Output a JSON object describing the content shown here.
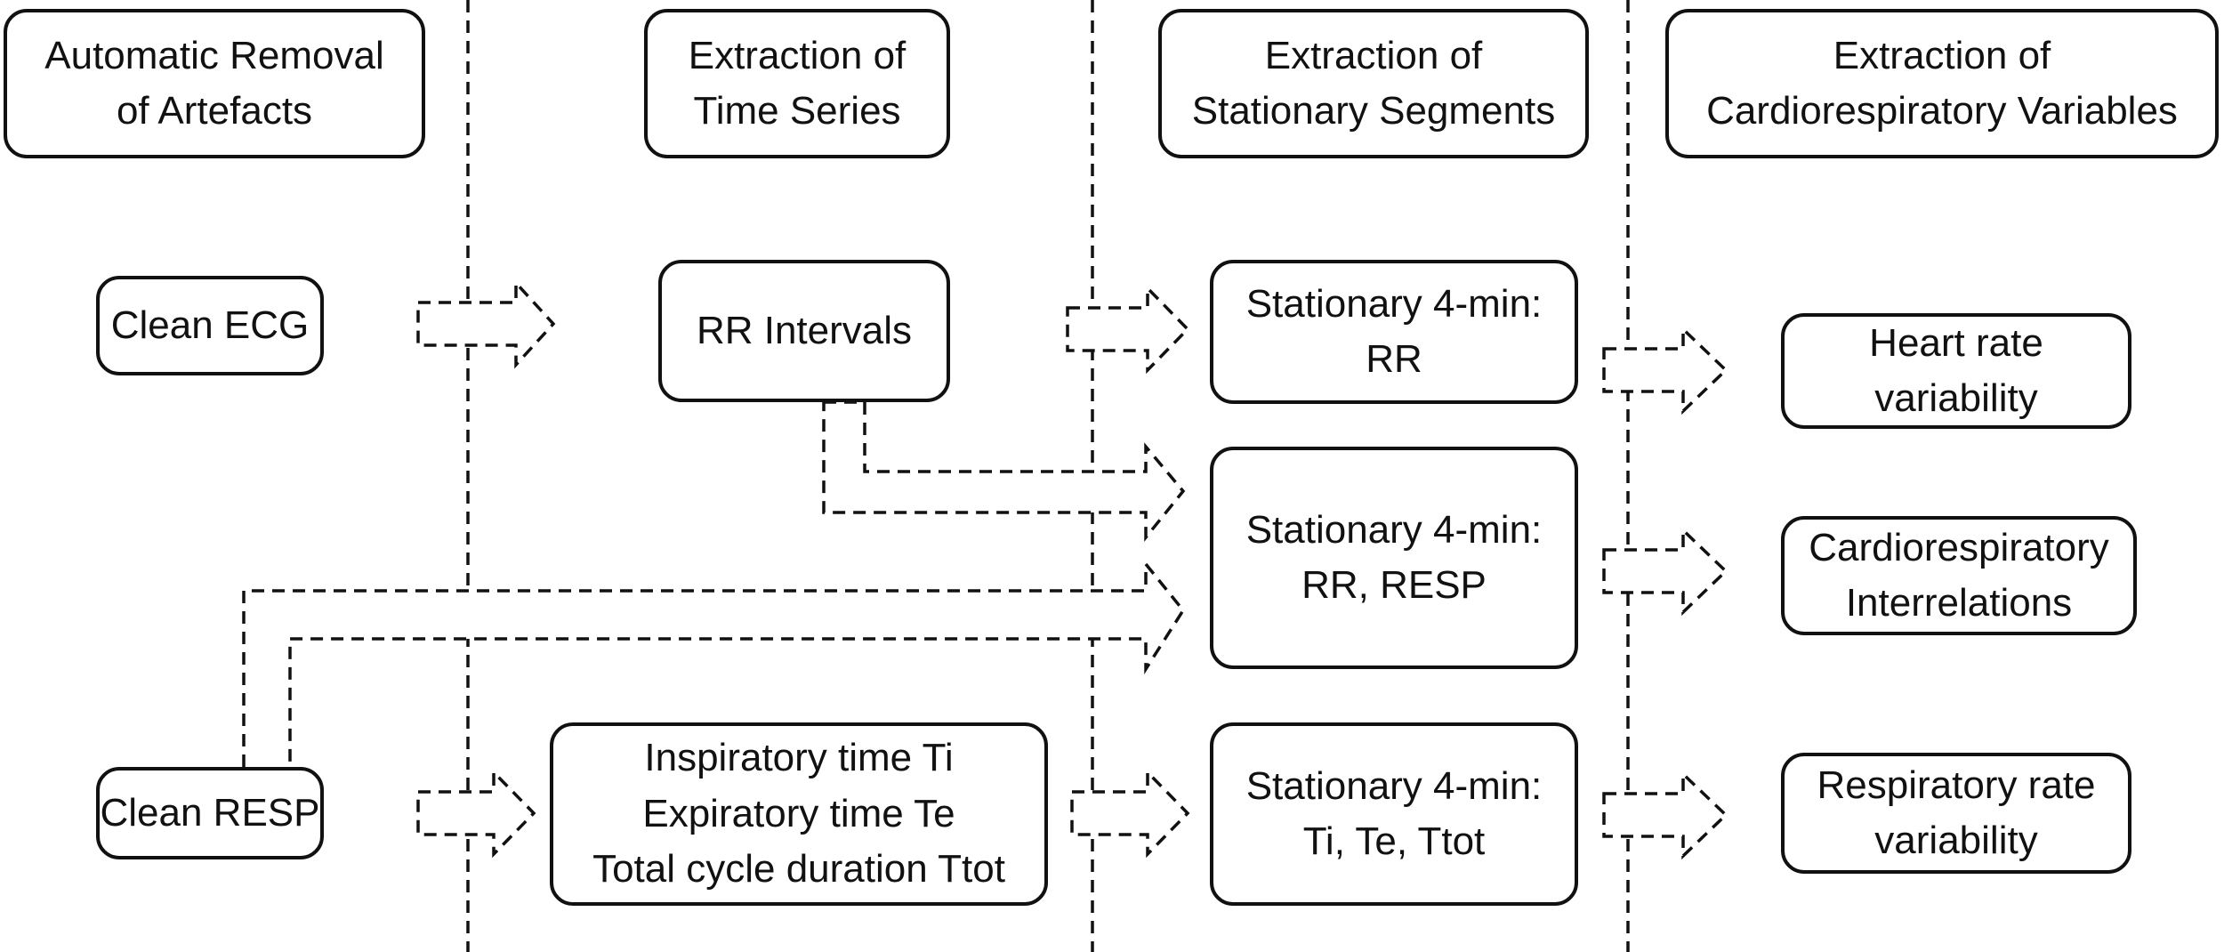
{
  "columns": [
    {
      "id": "col1",
      "lines": [
        "Automatic Removal",
        "of Artefacts"
      ]
    },
    {
      "id": "col2",
      "lines": [
        "Extraction of",
        "Time Series"
      ]
    },
    {
      "id": "col3",
      "lines": [
        "Extraction of",
        "Stationary Segments"
      ]
    },
    {
      "id": "col4",
      "lines": [
        "Extraction of",
        "Cardiorespiratory Variables"
      ]
    }
  ],
  "nodes": {
    "clean_ecg": {
      "lines": [
        "Clean ECG"
      ]
    },
    "clean_resp": {
      "lines": [
        "Clean RESP"
      ]
    },
    "rr_intervals": {
      "lines": [
        "RR Intervals"
      ]
    },
    "resp_times": {
      "lines": [
        "Inspiratory time Ti",
        "Expiratory time Te",
        "Total cycle duration Ttot"
      ]
    },
    "stat_rr": {
      "lines": [
        "Stationary 4-min:",
        "RR"
      ]
    },
    "stat_rr_resp": {
      "lines": [
        "Stationary 4-min:",
        "RR, RESP"
      ]
    },
    "stat_ti_te": {
      "lines": [
        "Stationary 4-min:",
        "Ti, Te, Ttot"
      ]
    },
    "hrv": {
      "lines": [
        "Heart rate",
        "variability"
      ]
    },
    "cardio_interrel": {
      "lines": [
        "Cardiorespiratory",
        "Interrelations"
      ]
    },
    "rrv": {
      "lines": [
        "Respiratory rate",
        "variability"
      ]
    }
  },
  "edges": [
    {
      "from": "clean_ecg",
      "to": "rr_intervals"
    },
    {
      "from": "clean_resp",
      "to": "resp_times"
    },
    {
      "from": "rr_intervals",
      "to": "stat_rr"
    },
    {
      "from": "rr_intervals",
      "to": "stat_rr_resp"
    },
    {
      "from": "clean_resp",
      "to": "stat_rr_resp"
    },
    {
      "from": "resp_times",
      "to": "stat_ti_te"
    },
    {
      "from": "stat_rr",
      "to": "hrv"
    },
    {
      "from": "stat_rr_resp",
      "to": "cardio_interrel"
    },
    {
      "from": "stat_ti_te",
      "to": "rrv"
    }
  ]
}
